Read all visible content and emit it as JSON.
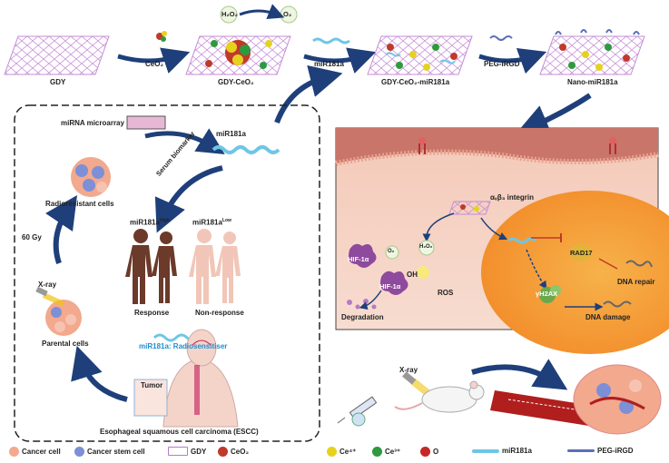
{
  "top": {
    "gdy": "GDY",
    "ceo2_arrow": "CeO₂",
    "gdy_ceo2": "GDY-CeO₂",
    "h2o2": "H₂O₂",
    "o2": "O₂",
    "mir_arrow": "miR181a",
    "gdy_ceo2_mir": "GDY-CeO₂-miR181a",
    "peg_arrow": "PEG-iRGD",
    "nano": "Nano-miR181a"
  },
  "left_panel": {
    "microarray": "miRNA microarray",
    "mir181a": "miR181a",
    "serum": "Serum biomarker",
    "radioresistant": "Radioresistant cells",
    "dose": "60 Gy",
    "xray": "X-ray",
    "parental": "Parental cells",
    "high": "miR181a",
    "high_sup": "High",
    "low": "miR181a",
    "low_sup": "Low",
    "response": "Response",
    "non_response": "Non-response",
    "radiosensitiser": "miR181a: Radiosensitiser",
    "tumor": "Tumor",
    "escc": "Esophageal squamous cell carcinoma (ESCC)"
  },
  "right_panel": {
    "integrin": "αᵥβ₃ integrin",
    "hif1a": "HIF-1α",
    "hif1a_oh": "HIF-1α",
    "oh": "OH",
    "o2": "O₂",
    "h2o2": "H₂O₂",
    "ros": "ROS",
    "degradation": "Degradation",
    "rad17": "RAD17",
    "dna_repair": "DNA repair",
    "gamma_h2ax": "γH2AX",
    "dna_damage": "DNA damage"
  },
  "bottom": {
    "xray": "X-ray"
  },
  "legend": [
    {
      "label": "Cancer cell",
      "color": "#f2a98e"
    },
    {
      "label": "Cancer stem cell",
      "color": "#7d8fd6"
    },
    {
      "label": "GDY",
      "color": "#b57bc9"
    },
    {
      "label": "CeO₂",
      "color": "#c0392b"
    },
    {
      "label": "Ce⁴⁺",
      "color": "#e6d21e"
    },
    {
      "label": "Ce³⁺",
      "color": "#2e9a3e"
    },
    {
      "label": "O",
      "color": "#c62828"
    },
    {
      "label": "miR181a",
      "color": "#6ec6e6"
    },
    {
      "label": "PEG-iRGD",
      "color": "#5a6fb8"
    }
  ]
}
